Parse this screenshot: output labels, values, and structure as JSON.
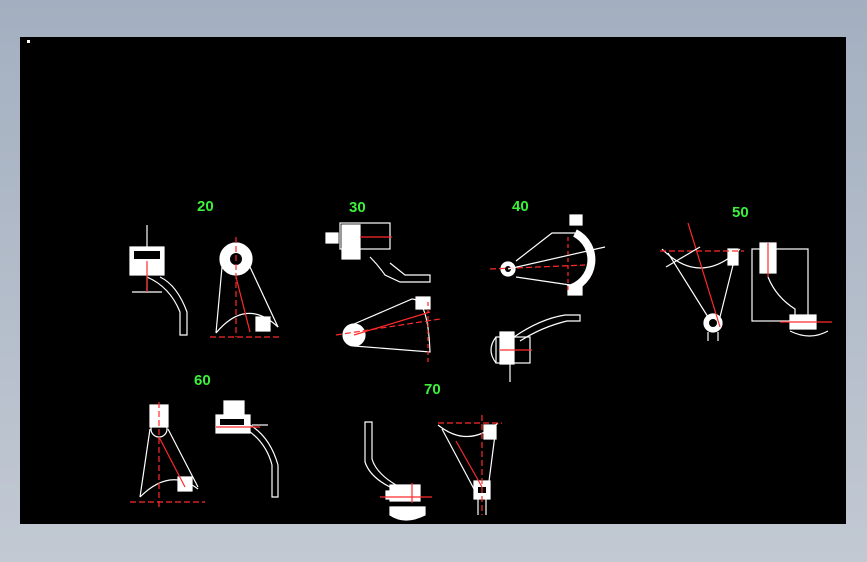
{
  "operations": {
    "op20": "20",
    "op30": "30",
    "op40": "40",
    "op50": "50",
    "op60": "60",
    "op70": "70"
  },
  "colors": {
    "background": "#000000",
    "part_outline": "#ffffff",
    "centerline": "#ff2a2a",
    "label": "#3cf03c",
    "frame": "#a3afc0"
  }
}
